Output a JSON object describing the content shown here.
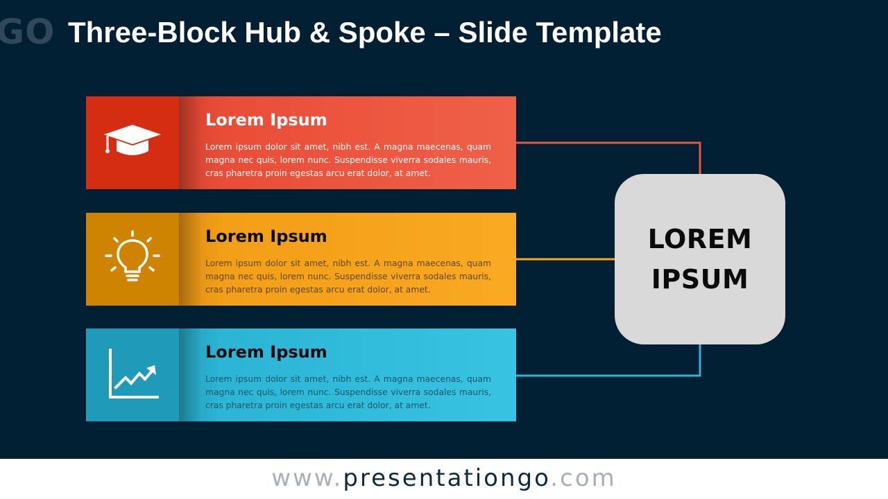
{
  "logo_fragment": "GO",
  "title": "Three-Block Hub & Spoke – Slide Template",
  "blocks": [
    {
      "icon": "graduation-cap-icon",
      "color": "#d42d12",
      "heading": "Lorem Ipsum",
      "body": "Lorem ipsum dolor sit amet, nibh est. A magna maecenas, quam magna nec quis, lorem nunc. Suspendisse viverra sodales mauris, cras pharetra proin egestas arcu erat dolor, at amet."
    },
    {
      "icon": "lightbulb-icon",
      "color": "#f29d15",
      "heading": "Lorem Ipsum",
      "body": "Lorem ipsum dolor sit amet, nibh est. A magna maecenas, quam magna nec quis, lorem nunc. Suspendisse viverra sodales mauris, cras pharetra proin egestas arcu erat dolor, at amet."
    },
    {
      "icon": "growth-chart-icon",
      "color": "#2ab3d3",
      "heading": "Lorem Ipsum",
      "body": "Lorem ipsum dolor sit amet, nibh est. A magna maecenas, quam magna nec quis, lorem nunc. Suspendisse viverra sodales mauris, cras pharetra proin egestas arcu erat dolor, at amet."
    }
  ],
  "hub": {
    "line1": "LOREM",
    "line2": "IPSUM"
  },
  "footer": {
    "prefix": "www.",
    "domain": "presentationgo",
    "suffix": ".com"
  },
  "colors": {
    "background": "#001f33",
    "hub": "#d9d9d9",
    "connector_1": "#e9573f",
    "connector_2": "#f7a81b",
    "connector_3": "#2eb5d6"
  }
}
